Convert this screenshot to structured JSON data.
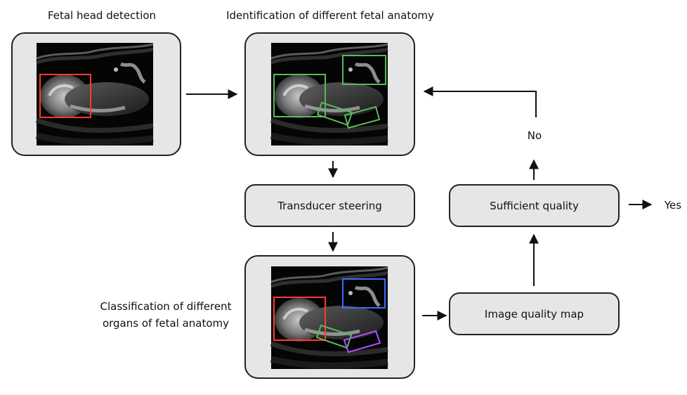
{
  "labels": {
    "fetal_head_detection": "Fetal head detection",
    "identification": "Identification of different fetal anatomy",
    "classification_line1": "Classification of different",
    "classification_line2": "organs of fetal anatomy",
    "no": "No",
    "yes": "Yes"
  },
  "process_boxes": {
    "transducer_steering": "Transducer steering",
    "sufficient_quality": "Sufficient quality",
    "image_quality_map": "Image quality map"
  },
  "colors": {
    "box_fill": "#e6e6e6",
    "box_stroke": "#222222",
    "head_box": "#ff3b30",
    "anatomy_box": "#5cb85c",
    "organ_blue": "#3b6cff",
    "organ_purple": "#b44cff",
    "ultrasound_bg": "#050505"
  }
}
